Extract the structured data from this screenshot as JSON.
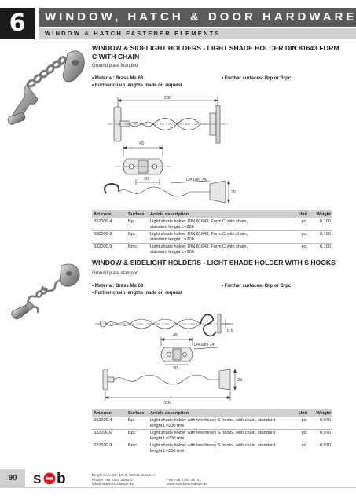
{
  "header": {
    "chapter": "6",
    "title": "WINDOW, HATCH & DOOR HARDWARE",
    "subtitle": "WINDOW & HATCH FASTENER ELEMENTS"
  },
  "section1": {
    "title": "WINDOW & SIDELIGHT HOLDERS - LIGHT SHADE HOLDER DIN 81643 FORM C WITH CHAIN",
    "note": "Ground plate founded",
    "bullet_left_1": "• Material: Brass Ms 63",
    "bullet_left_2": "• Further chain lengths made on request",
    "bullet_right": "• Further surfaces: Brp or Brpc",
    "dims": {
      "total": "200",
      "d45": "45",
      "d30": "30",
      "pin": "D4 DIN 74",
      "h25": "25"
    },
    "table": {
      "headers": [
        "Art.code",
        "Surface",
        "Article description",
        "Unit",
        "Weight"
      ],
      "rows": [
        {
          "code": "332000.4",
          "surface": "Bp",
          "desc1": "Light shade holder DIN 81643, Form C with chain,",
          "desc2": "standard lenght L=200",
          "unit": "pc.",
          "weight": "0,100"
        },
        {
          "code": "332000.6",
          "surface": "Bpc",
          "desc1": "Light shade holder DIN 81643, Form C with chain,",
          "desc2": "standard lenght L=200",
          "unit": "pc.",
          "weight": "0,100"
        },
        {
          "code": "332000.9",
          "surface": "Bmc",
          "desc1": "Light shade holder DIN 81643, Form C with chain,",
          "desc2": "standard lenght L=200",
          "unit": "pc.",
          "weight": "0,100"
        }
      ]
    }
  },
  "section2": {
    "title": "WINDOW & SIDELIGHT HOLDERS - LIGHT SHADE HOLDER WITH S HOOKS",
    "note": "Ground plate stamped",
    "bullet_left_1": "• Material: Brass Ms 63",
    "bullet_left_2": "• Further chain lengths made on request",
    "bullet_right": "• Further surfaces: Brp or Brpc",
    "dims": {
      "d45": "45",
      "d30": "30",
      "pin": "D4 DIN 74",
      "d55": "5,5",
      "h25": "25",
      "total": "200"
    },
    "table": {
      "headers": [
        "Art.code",
        "Surface",
        "Article description",
        "Unit",
        "Weight"
      ],
      "rows": [
        {
          "code": "332200.4",
          "surface": "Bp",
          "desc1": "Light shade holder with two heavy S hooks, with chain, standard",
          "desc2": "lenght L=200 mm",
          "unit": "pc.",
          "weight": "0,070"
        },
        {
          "code": "332200.6",
          "surface": "Bpc",
          "desc1": "Light shade holder with two heavy S hooks, with chain, standard",
          "desc2": "lenght L=200 mm",
          "unit": "pc.",
          "weight": "0,070"
        },
        {
          "code": "332200.9",
          "surface": "Bmc",
          "desc1": "Light shade holder with two heavy S hooks, with chain, standard",
          "desc2": "lenght L=200 mm",
          "unit": "pc.",
          "weight": "0,070"
        }
      ]
    }
  },
  "footer": {
    "page": "90",
    "addr1": "Bingheimer Str. 10, D-59846 Sundern",
    "addr2": "Phone +49 2393 2280-0",
    "addr3": "info@sub-beschlaege.de",
    "fax": "Fax +49 2393 1074",
    "web": "www.sub-beschlaege.de"
  }
}
